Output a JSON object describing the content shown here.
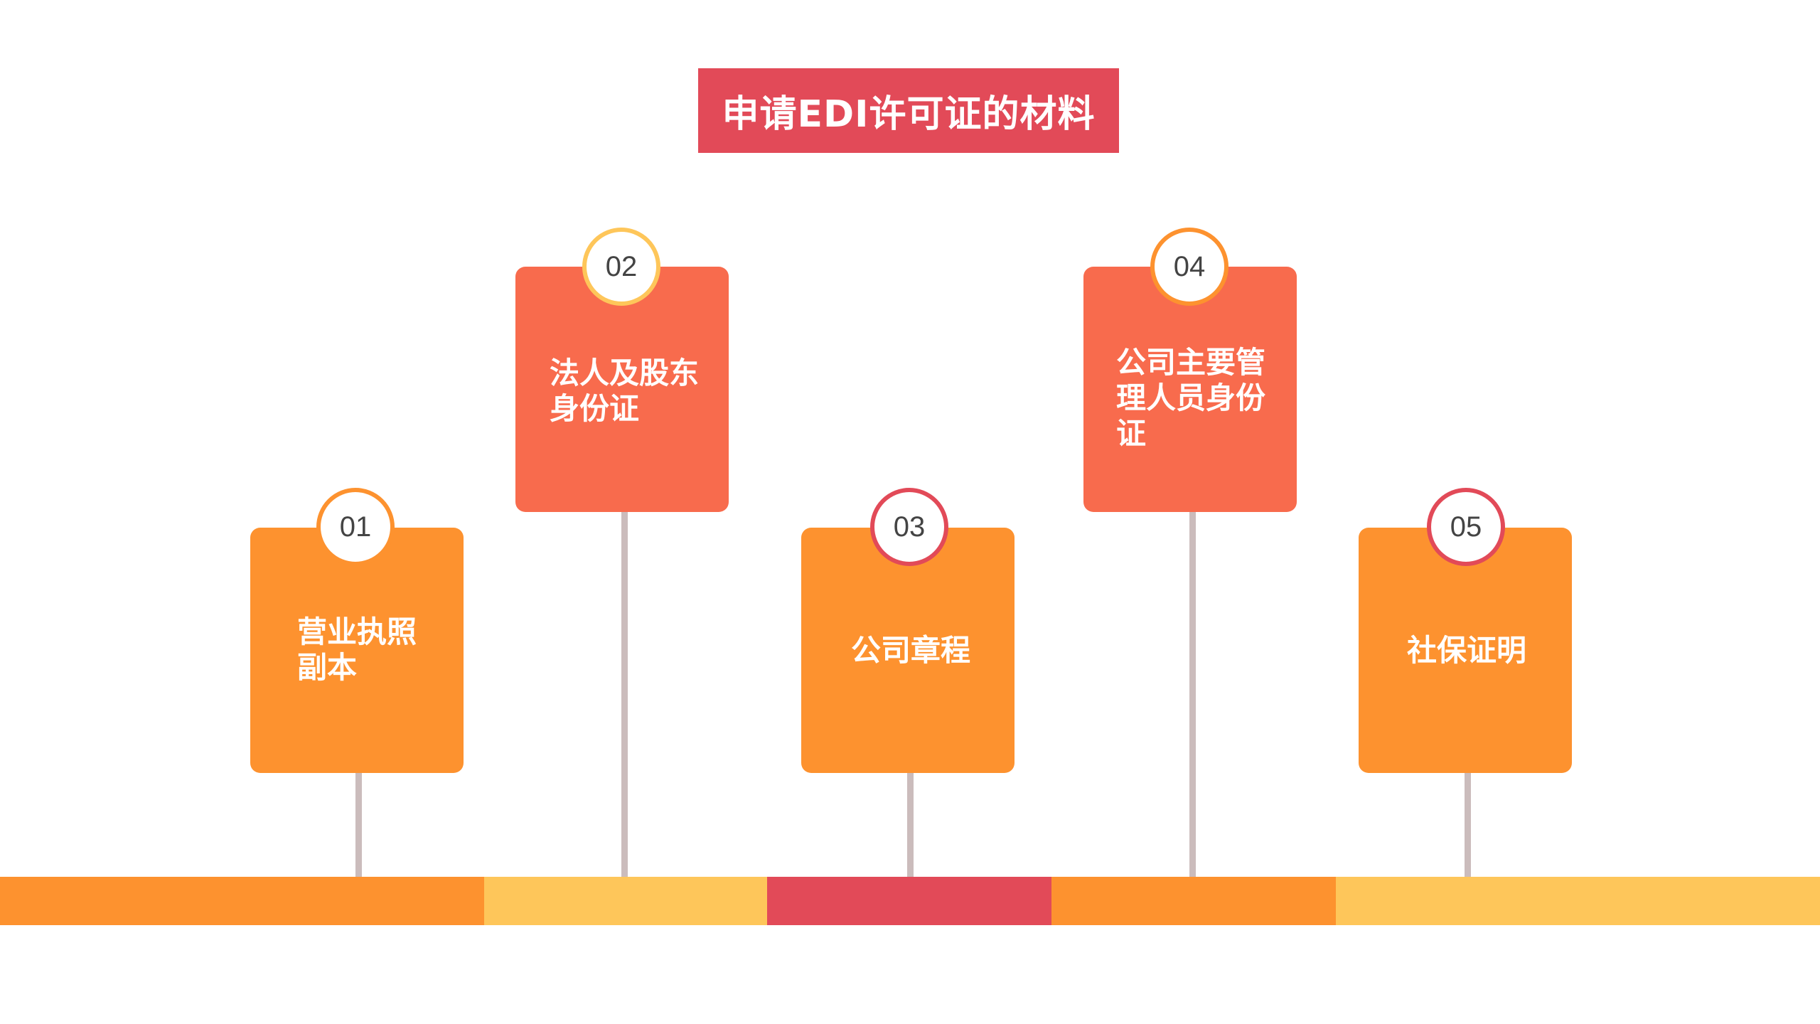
{
  "title": "申请EDI许可证的材料",
  "colors": {
    "title_bg": "#e24a58",
    "card_orange": "#fd922f",
    "card_coral": "#f86b4d",
    "ring_yellow": "#fec65a",
    "ring_orange": "#fd922f",
    "ring_red": "#e24a58",
    "pole": "#cbbcbc",
    "bar_orange": "#fd922f",
    "bar_yellow": "#fec65a",
    "bar_red": "#e24a58"
  },
  "steps": [
    {
      "number": "01",
      "text": "营业执照\n副本"
    },
    {
      "number": "02",
      "text": "法人及股东\n身份证"
    },
    {
      "number": "03",
      "text": "公司章程"
    },
    {
      "number": "04",
      "text": "公司主要管\n理人员身份\n证"
    },
    {
      "number": "05",
      "text": "社保证明"
    }
  ]
}
